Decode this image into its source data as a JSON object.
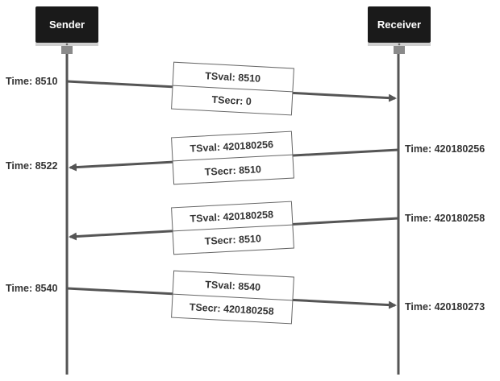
{
  "endpoints": {
    "sender": {
      "label": "Sender",
      "icon": "monitor-icon"
    },
    "receiver": {
      "label": "Receiver",
      "icon": "monitor-icon"
    }
  },
  "colors": {
    "line": "#555555",
    "monitor_body": "#1a1a1a",
    "monitor_stand": "#8a8a8a",
    "box_border": "#666666",
    "text": "#333333"
  },
  "messages": [
    {
      "direction": "sender-to-receiver",
      "send_time": "Time: 8510",
      "receive_time": "",
      "tsval": "TSval: 8510",
      "tsecr": "TSecr: 0"
    },
    {
      "direction": "receiver-to-sender",
      "send_time": "Time: 420180256",
      "receive_time": "Time: 8522",
      "tsval": "TSval: 420180256",
      "tsecr": "TSecr: 8510"
    },
    {
      "direction": "receiver-to-sender",
      "send_time": "Time: 420180258",
      "receive_time": "",
      "tsval": "TSval: 420180258",
      "tsecr": "TSecr: 8510"
    },
    {
      "direction": "sender-to-receiver",
      "send_time": "Time: 8540",
      "receive_time": "Time: 420180273",
      "tsval": "TSval: 8540",
      "tsecr": "TSecr: 420180258"
    }
  ]
}
